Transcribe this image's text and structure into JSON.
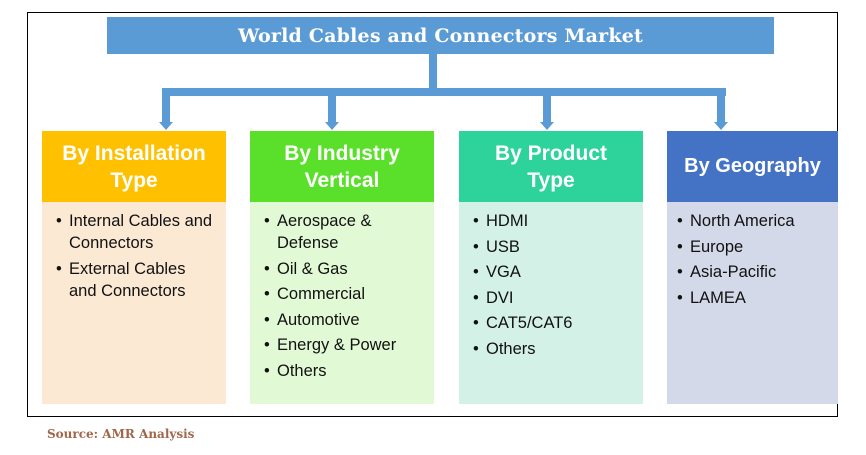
{
  "title": "World Cables and Connectors Market",
  "colors": {
    "connector": "#5b9bd5",
    "installation_header": "#ffc000",
    "installation_body": "#fce9d4",
    "industry_header": "#5ae02a",
    "industry_body": "#e2f9d6",
    "product_header": "#2ed39c",
    "product_body": "#d3f1e7",
    "geography_header": "#4472c4",
    "geography_body": "#d4d9ea",
    "source_text": "#a0674a"
  },
  "columns": [
    {
      "heading": "By Installation Type",
      "items": [
        "Internal Cables and Connectors",
        "External Cables and Connectors"
      ]
    },
    {
      "heading": "By Industry Vertical",
      "items": [
        "Aerospace & Defense",
        "Oil & Gas",
        "Commercial",
        "Automotive",
        "Energy & Power",
        "Others"
      ]
    },
    {
      "heading": "By Product Type",
      "items": [
        "HDMI",
        "USB",
        "VGA",
        "DVI",
        "CAT5/CAT6",
        "Others"
      ]
    },
    {
      "heading": "By Geography",
      "items": [
        "North America",
        "Europe",
        "Asia-Pacific",
        "LAMEA"
      ]
    }
  ],
  "source": "Source: AMR Analysis"
}
